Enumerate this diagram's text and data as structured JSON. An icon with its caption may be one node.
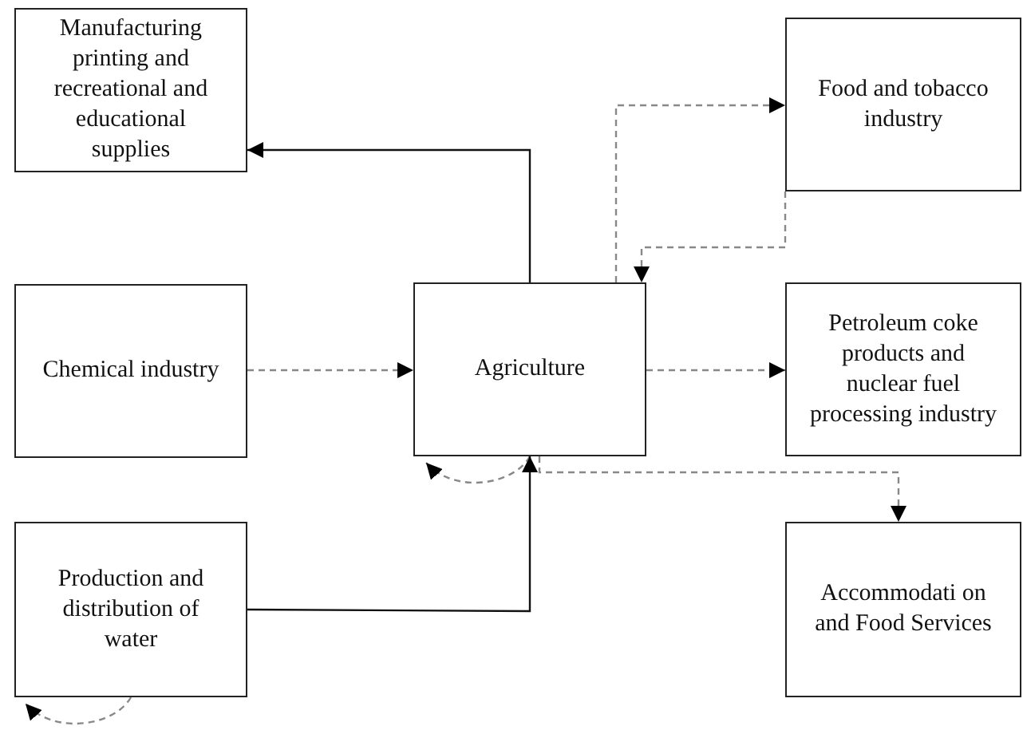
{
  "diagram": {
    "nodes": [
      {
        "text": [
          "Manufacturing printing and recreational and educational supplies"
        ]
      },
      {
        "text": [
          "Food and tobacco industry"
        ]
      },
      {
        "text": [
          "Chemical industry"
        ]
      },
      {
        "text": [
          "Agriculture"
        ]
      },
      {
        "text": [
          "Petroleum coke products and nuclear fuel processing industry"
        ]
      },
      {
        "text": [
          "Production and distribution of water"
        ]
      },
      {
        "text": [
          "Accommodati on and Food Services"
        ]
      }
    ],
    "edges": [
      {
        "from": 3,
        "to": 0,
        "arrow": "to",
        "color": "#111111"
      },
      {
        "from": 3,
        "to": 1,
        "arrow": "to",
        "style": "dashed"
      },
      {
        "from": 1,
        "to": 3,
        "arrow": "to",
        "style": "dashed"
      },
      {
        "from": 2,
        "to": 3,
        "arrow": "to",
        "style": "dashed"
      },
      {
        "from": 3,
        "to": 4,
        "arrow": "to",
        "style": "dashed"
      },
      {
        "from": 3,
        "to": 3,
        "arrow": "to",
        "style": "dashed"
      },
      {
        "from": 5,
        "to": 3,
        "arrow": "to",
        "color": "#111111"
      },
      {
        "from": 3,
        "to": 6,
        "arrow": "to",
        "style": "dashed"
      },
      {
        "from": 5,
        "to": 5,
        "arrow": "to",
        "style": "dashed"
      }
    ]
  }
}
